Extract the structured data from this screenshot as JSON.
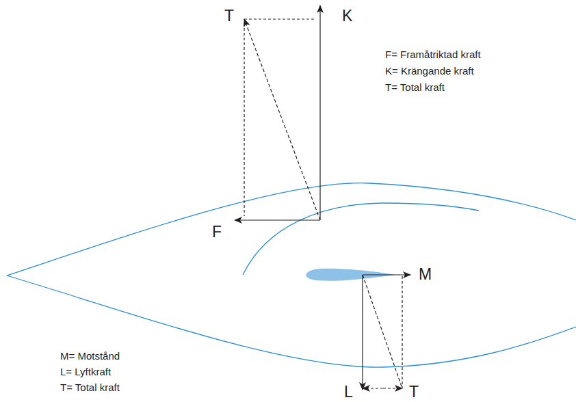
{
  "diagram": {
    "labels": [
      "T",
      "K",
      "F= Framåtriktad kraft",
      "K= Krängande kraft",
      "T= Total kraft",
      "F",
      "M",
      "M= Motstånd",
      "L= Lyftkraft",
      "T= Total kraft",
      "L",
      "T"
    ]
  }
}
